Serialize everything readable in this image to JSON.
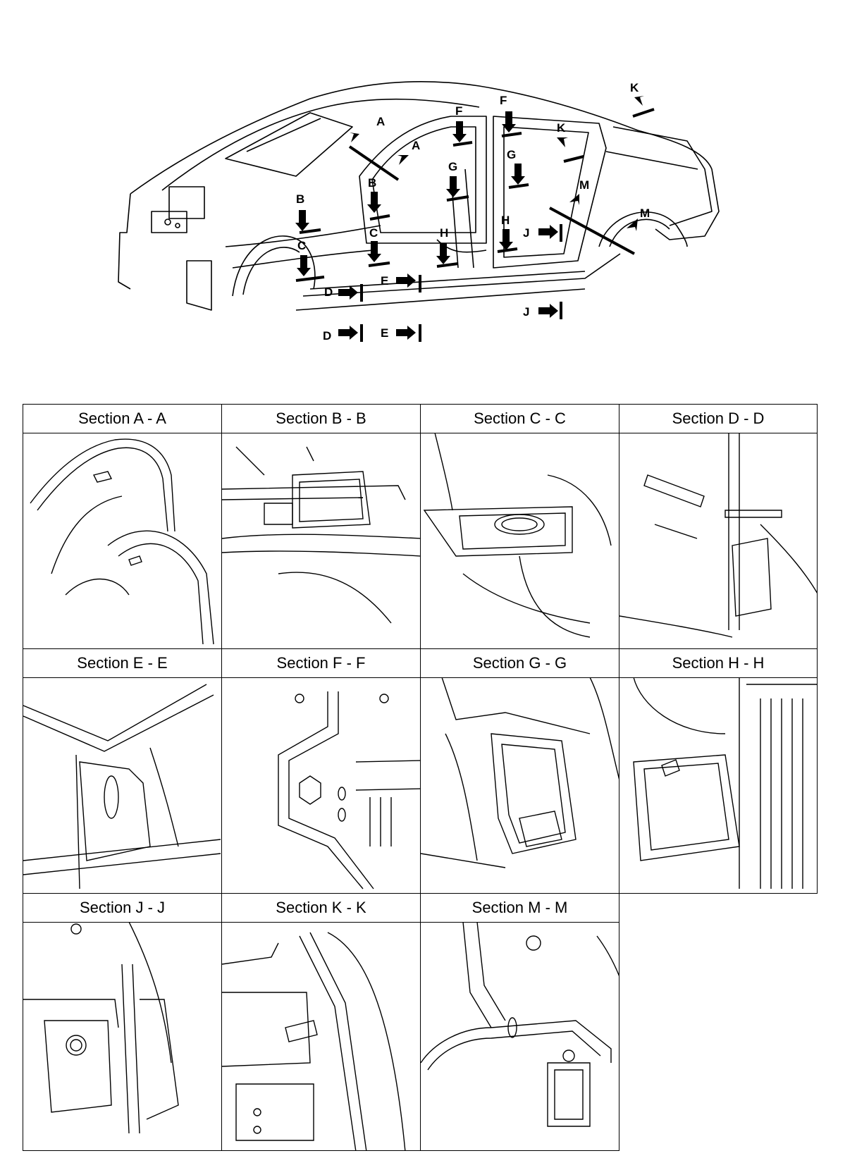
{
  "overview": {
    "callouts": [
      "A",
      "A",
      "B",
      "B",
      "C",
      "C",
      "D",
      "D",
      "E",
      "E",
      "F",
      "F",
      "G",
      "G",
      "H",
      "H",
      "J",
      "J",
      "K",
      "K",
      "M",
      "M"
    ]
  },
  "sections": [
    {
      "title": "Section A - A",
      "icon": "pillar-cross-section-icon"
    },
    {
      "title": "Section B - B",
      "icon": "sill-cross-section-icon"
    },
    {
      "title": "Section C - C",
      "icon": "sill-cross-section-icon"
    },
    {
      "title": "Section D - D",
      "icon": "sill-cross-section-icon"
    },
    {
      "title": "Section E - E",
      "icon": "sill-cross-section-icon"
    },
    {
      "title": "Section F - F",
      "icon": "pillar-cross-section-icon"
    },
    {
      "title": "Section G - G",
      "icon": "pillar-cross-section-icon"
    },
    {
      "title": "Section H - H",
      "icon": "sill-cross-section-icon"
    },
    {
      "title": "Section J - J",
      "icon": "sill-cross-section-icon"
    },
    {
      "title": "Section K - K",
      "icon": "pillar-cross-section-icon"
    },
    {
      "title": "Section M - M",
      "icon": "wheelhouse-cross-section-icon"
    }
  ]
}
